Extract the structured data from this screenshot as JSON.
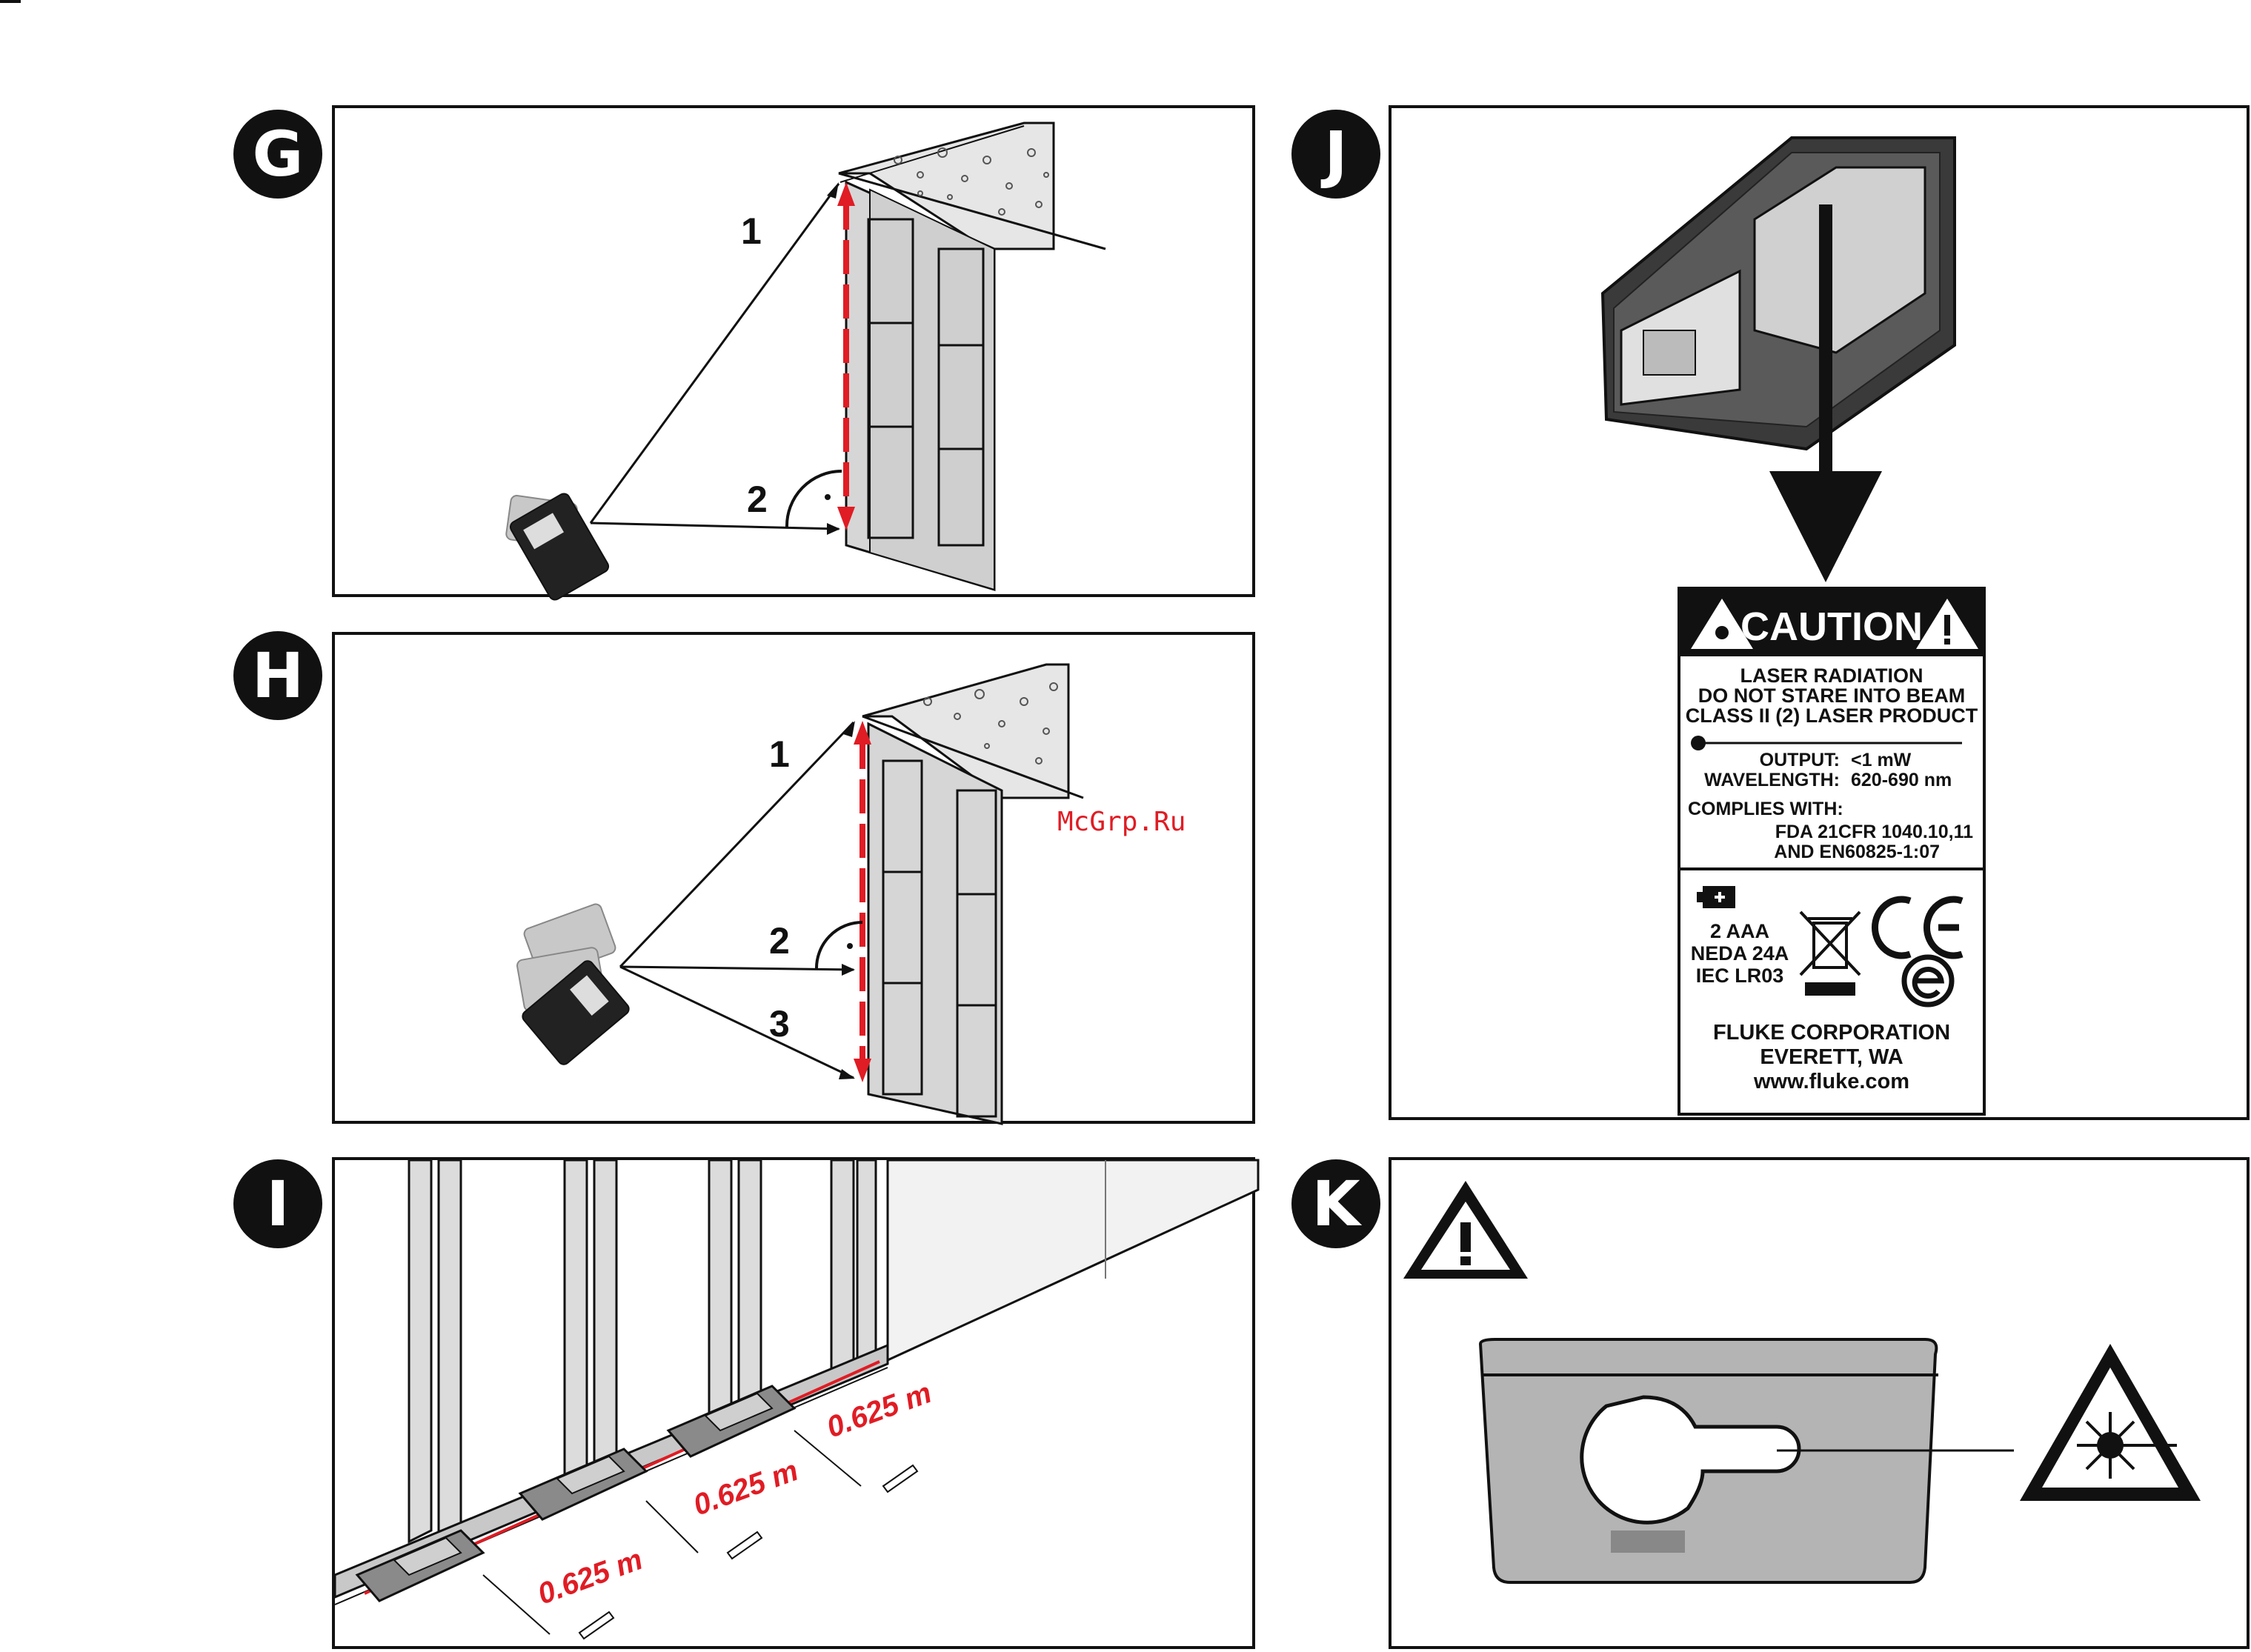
{
  "figures": {
    "g": {
      "letter": "G",
      "labels": [
        "1",
        "2"
      ]
    },
    "h": {
      "letter": "H",
      "labels": [
        "1",
        "2",
        "3"
      ]
    },
    "i": {
      "letter": "I",
      "measurement": "0.625 m"
    },
    "j": {
      "letter": "J"
    },
    "k": {
      "letter": "K"
    }
  },
  "watermark": "McGrp.Ru",
  "caution_label": {
    "header": "CAUTION",
    "lines": [
      "LASER RADIATION",
      "DO NOT STARE INTO BEAM",
      "CLASS II (2) LASER PRODUCT"
    ],
    "output_label": "OUTPUT:",
    "output_value": "<1 mW",
    "wavelength_label": "WAVELENGTH:",
    "wavelength_value": "620-690 nm",
    "complies_label": "COMPLIES WITH:",
    "complies_lines": [
      "FDA 21CFR 1040.10,11",
      "AND EN60825-1:07"
    ],
    "battery_lines": [
      "2 AAA",
      "NEDA 24A",
      "IEC LR03"
    ],
    "company_lines": [
      "FLUKE CORPORATION",
      "EVERETT, WA",
      "www.fluke.com"
    ]
  },
  "colors": {
    "accent_red": "#e01c24",
    "ink": "#111111",
    "device_gray": "#b4b4b4",
    "wall_gray": "#d6d6d6"
  }
}
